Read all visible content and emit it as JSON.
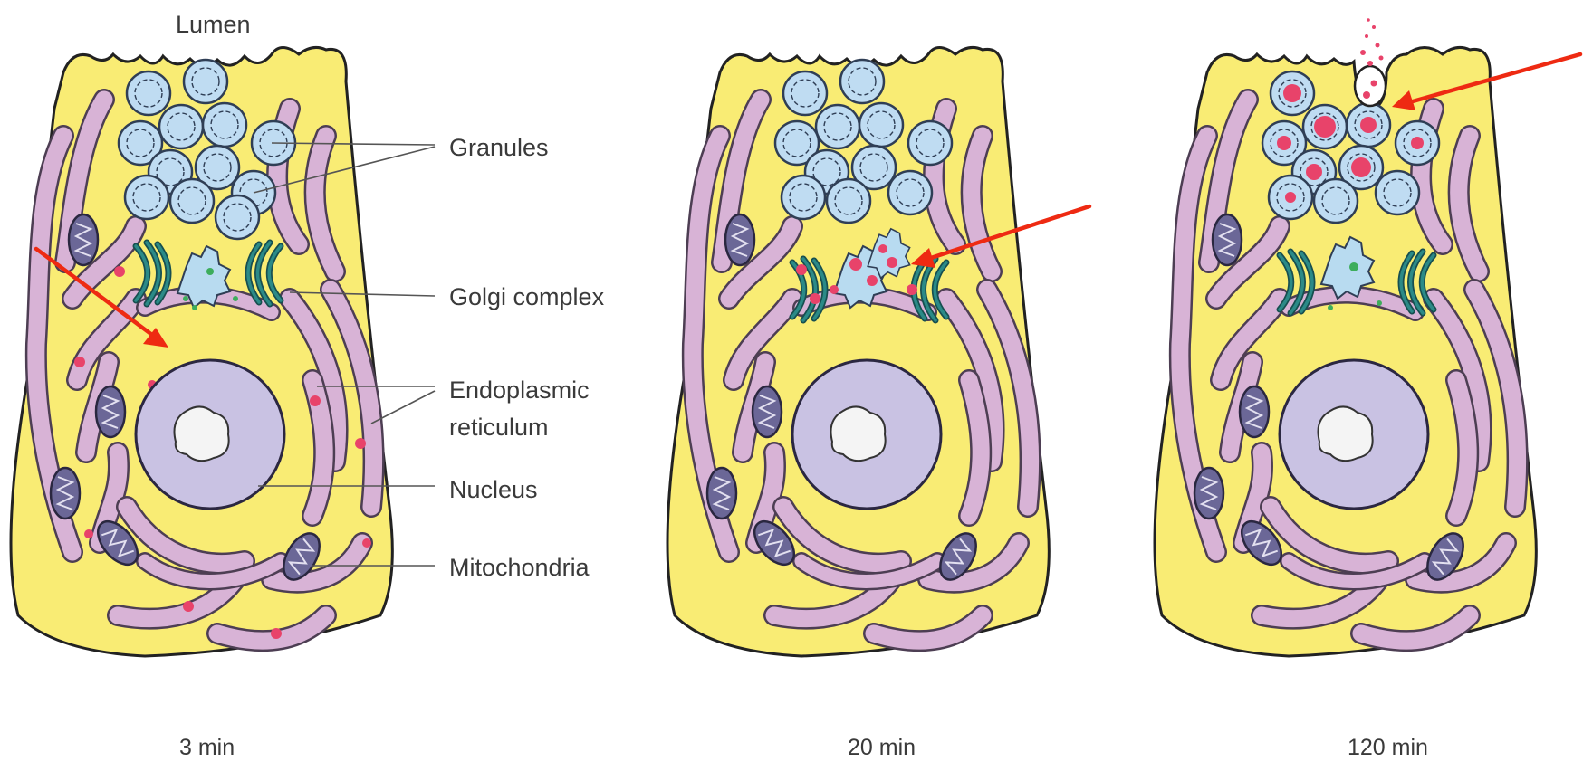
{
  "labels": {
    "lumen": "Lumen",
    "granules": "Granules",
    "golgi": "Golgi complex",
    "er_line1": "Endoplasmic",
    "er_line2": "reticulum",
    "nucleus": "Nucleus",
    "mitochondria": "Mitochondria"
  },
  "panels": [
    {
      "time": "3 min"
    },
    {
      "time": "20 min"
    },
    {
      "time": "120 min"
    }
  ],
  "colors": {
    "cytoplasm": "#f9ec74",
    "cell_outline": "#222222",
    "er": "#d8b3d6",
    "granule": "#bfdcf2",
    "golgi": "#1f6e6e",
    "nucleus": "#c9c2e3",
    "nucleolus": "#f4f4f4",
    "mitochondria": "#6b6797",
    "protein": "#e8436a",
    "arrow": "#ee2a12"
  }
}
